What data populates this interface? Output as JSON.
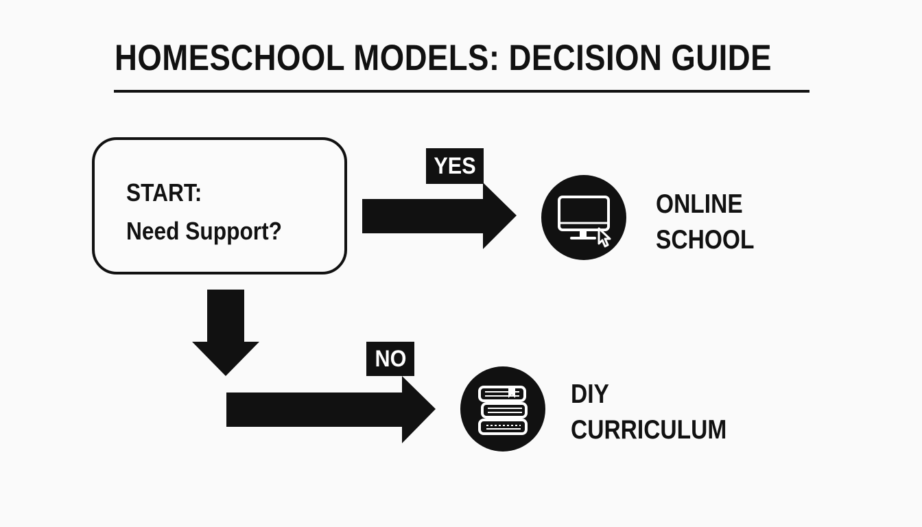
{
  "title": "HOMESCHOOL MODELS: DECISION GUIDE",
  "start_node": {
    "line1": "START:",
    "line2": "Need Support?"
  },
  "branches": {
    "yes": {
      "label": "YES",
      "outcome_line1": "ONLINE",
      "outcome_line2": "SCHOOL",
      "icon": "computer-monitor-cursor-icon"
    },
    "no": {
      "label": "NO",
      "outcome_line1": "DIY",
      "outcome_line2": "CURRICULUM",
      "icon": "book-stack-icon"
    }
  },
  "colors": {
    "ink": "#111111",
    "background": "#fafafa",
    "icon_fill": "#ffffff"
  }
}
